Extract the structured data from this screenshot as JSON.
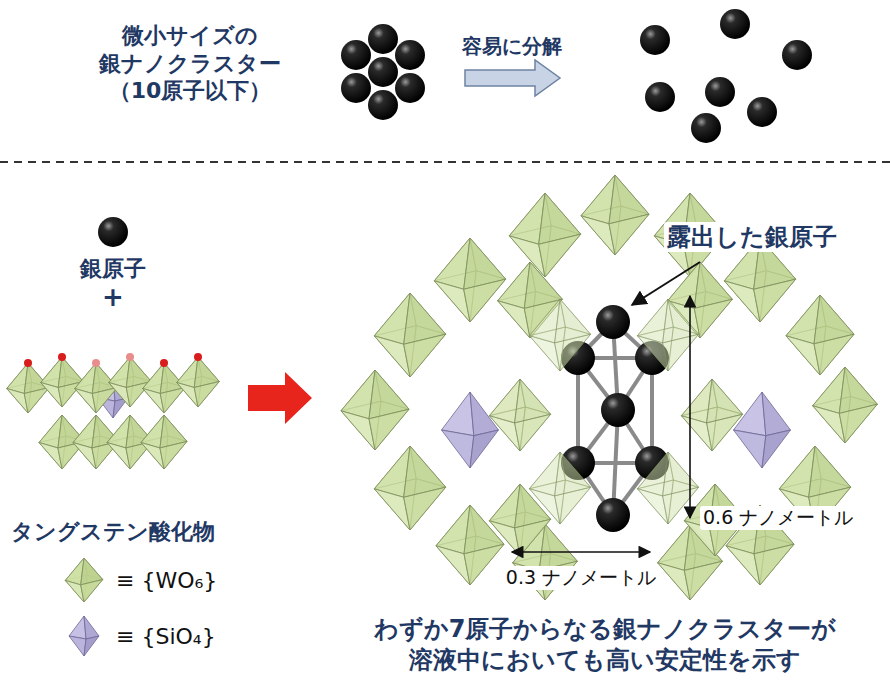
{
  "diagram": {
    "caption": "わずか7原子からなる銀ナノクラスターが 溶液中においても高い安定性を示す",
    "labels": [
      "微小サイズの 銀ナノクラスター （10原子以下）",
      "容易に分解",
      "銀原子",
      "+",
      "タングステン酸化物",
      "露出した銀原子",
      "0.6 ナノメートル",
      "0.3 ナノメートル"
    ],
    "legend": [
      {
        "text": "≡ {WO₆}"
      },
      {
        "text": "≡ {SiO₄}"
      }
    ]
  }
}
